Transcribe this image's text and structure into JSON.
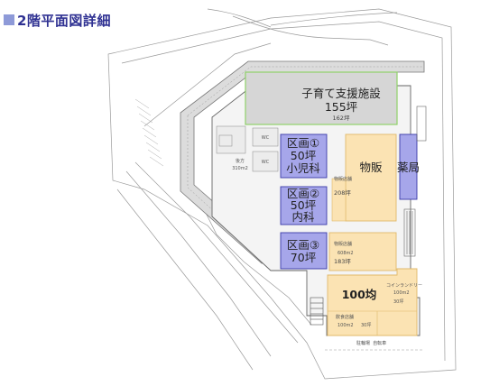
{
  "header": {
    "title": "2階平面図詳細"
  },
  "colors": {
    "accent": "#2f3192",
    "section": "#a6a6ea",
    "orange": "#fbe3b3",
    "gray": "#d6d6d6",
    "green": "#9fd77a"
  },
  "areas": {
    "kids": {
      "name": "子育て支援施設",
      "area": "155坪",
      "sub": "162坪"
    },
    "zone1": {
      "name": "区画①",
      "area": "50坪",
      "use": "小児科"
    },
    "zone2": {
      "name": "区画②",
      "area": "50坪",
      "use": "内科"
    },
    "zone3": {
      "name": "区画③",
      "area": "70坪"
    },
    "goods": {
      "name": "物販"
    },
    "pharmacy": {
      "name": "薬局"
    },
    "shop100": {
      "name": "100均"
    },
    "goods_store_1": {
      "label": "物販店舗",
      "area": "208坪"
    },
    "goods_store_2": {
      "label": "物販店舗",
      "sub": "608m2",
      "area": "183坪"
    },
    "food": {
      "label": "飲食店舗",
      "sub": "100m2",
      "area": "30坪"
    },
    "corner": {
      "label": "コインランドリー",
      "sub": "100m2",
      "area": "30坪"
    },
    "small_room": {
      "label": "後方",
      "area": "310m2"
    },
    "wc1": {
      "label": "WC"
    },
    "wc2": {
      "label": "WC"
    },
    "bottom_note": {
      "label": "駐輪場 ︎ 自転車 ︎ ︎"
    }
  }
}
